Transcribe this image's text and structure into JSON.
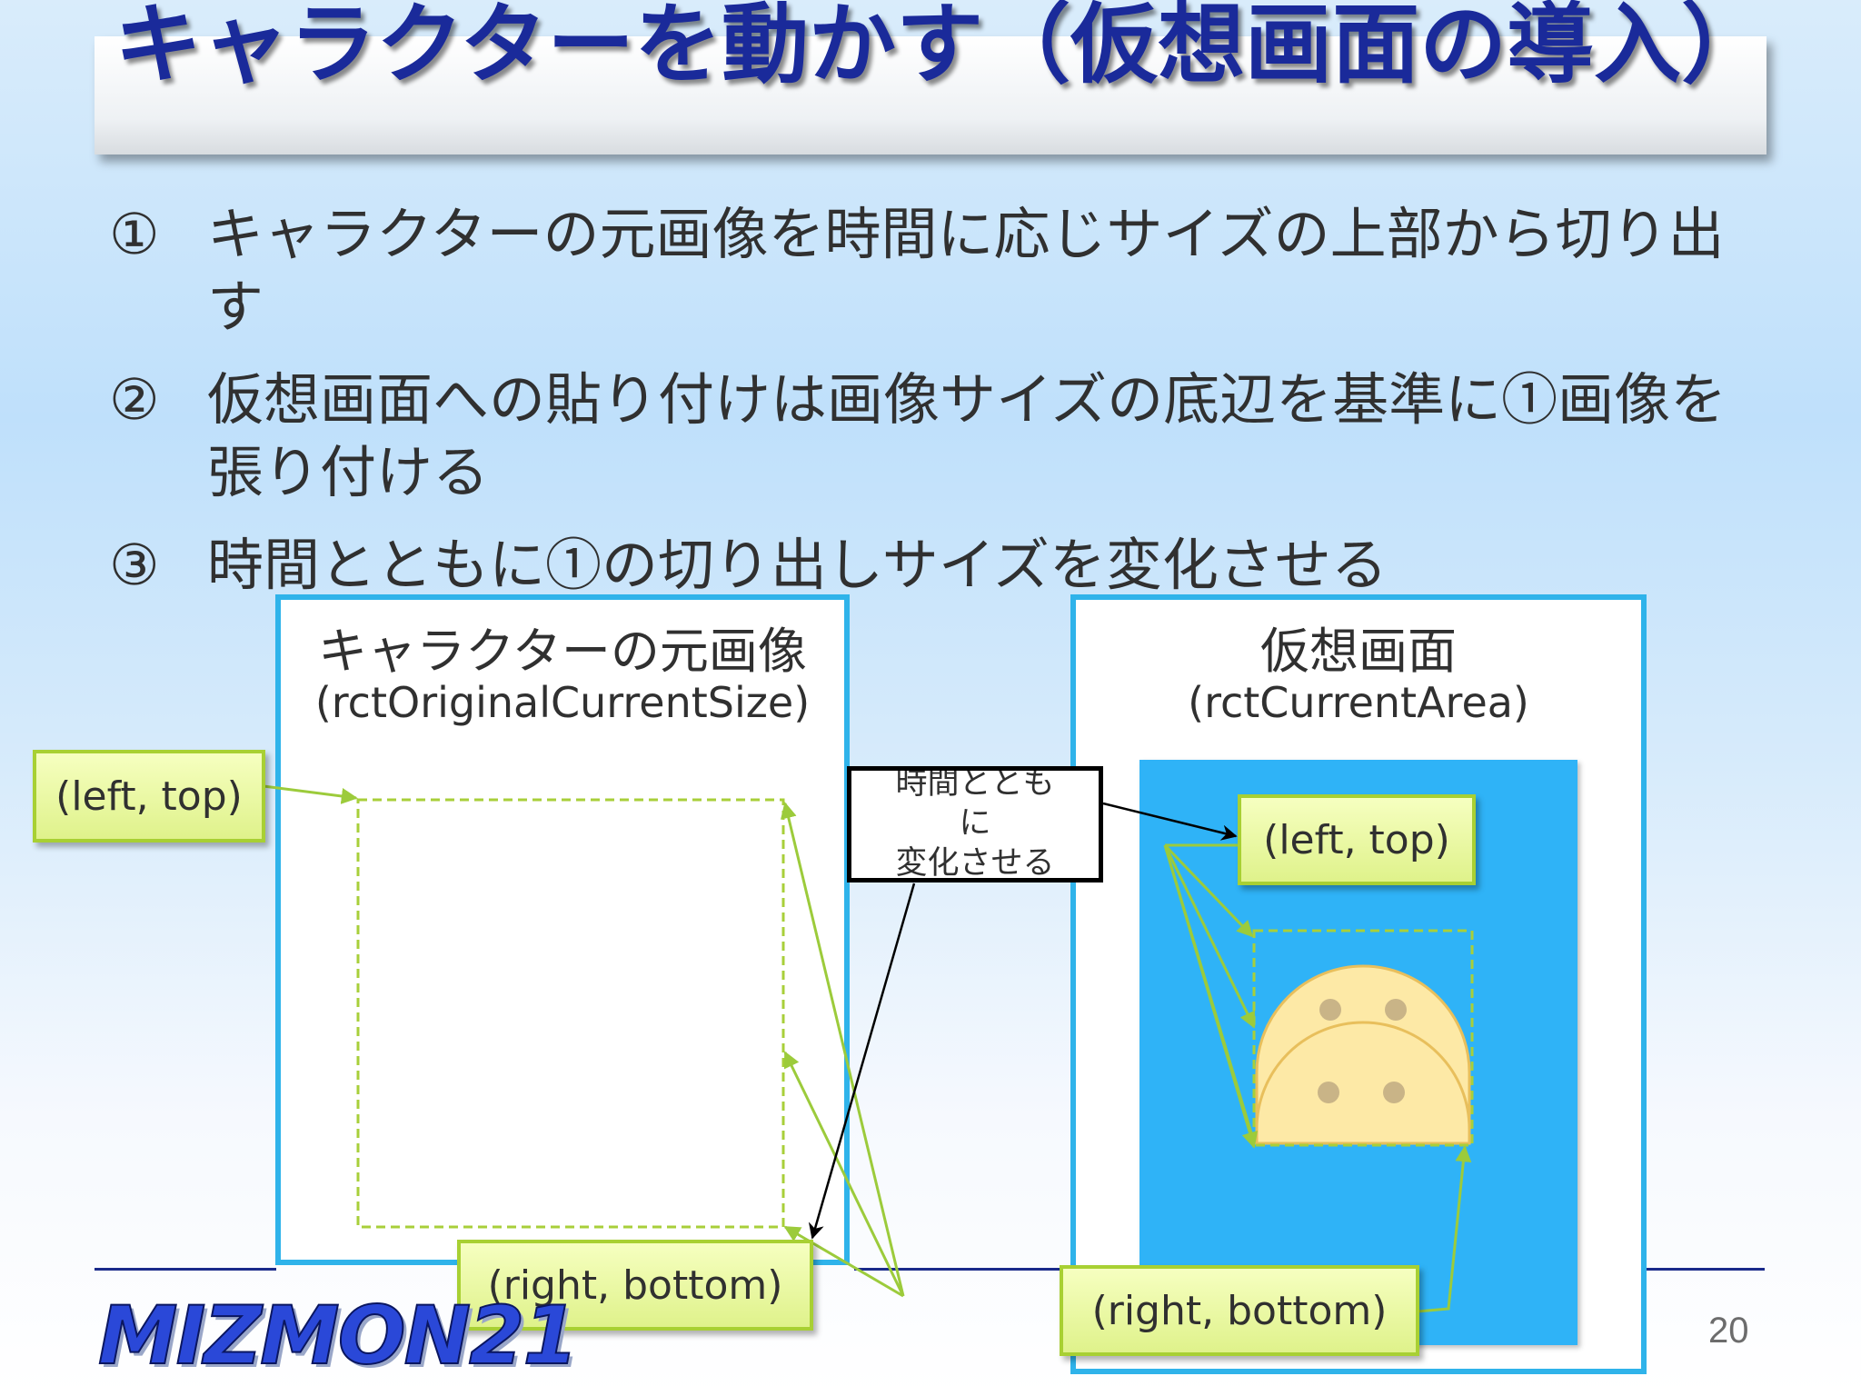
{
  "slide": {
    "title": "キャラクターを動かす（仮想画面の導入）",
    "bullets": [
      {
        "num": "①",
        "text": "キャラクターの元画像を時間に応じサイズの上部から切り出す"
      },
      {
        "num": "②",
        "text": "仮想画面への貼り付けは画像サイズの底辺を基準に①画像を張り付ける"
      },
      {
        "num": "③",
        "text": "時間とともに①の切り出しサイズを変化させる"
      }
    ],
    "original_box": {
      "title": "キャラクターの元画像",
      "subtitle": "(rctOriginalCurrentSize)"
    },
    "virtual_box": {
      "title": "仮想画面",
      "subtitle": "(rctCurrentArea)"
    },
    "callouts": {
      "left_top_original": "(left, top)",
      "right_bottom_original": "(right, bottom)",
      "left_top_virtual": "(left, top)",
      "right_bottom_virtual": "(right, bottom)"
    },
    "change_note": "時間ととも\nに\n変化させる",
    "logo_text": "MIZMON21",
    "page_number": "20",
    "colors": {
      "title": "#1a2a9a",
      "box_border": "#2fb3ea",
      "virtual_area": "#2fb3f7",
      "callout_fill": "#e9f7a6",
      "arrow_green": "#9ccb3b",
      "face": "#fde9a6"
    }
  }
}
